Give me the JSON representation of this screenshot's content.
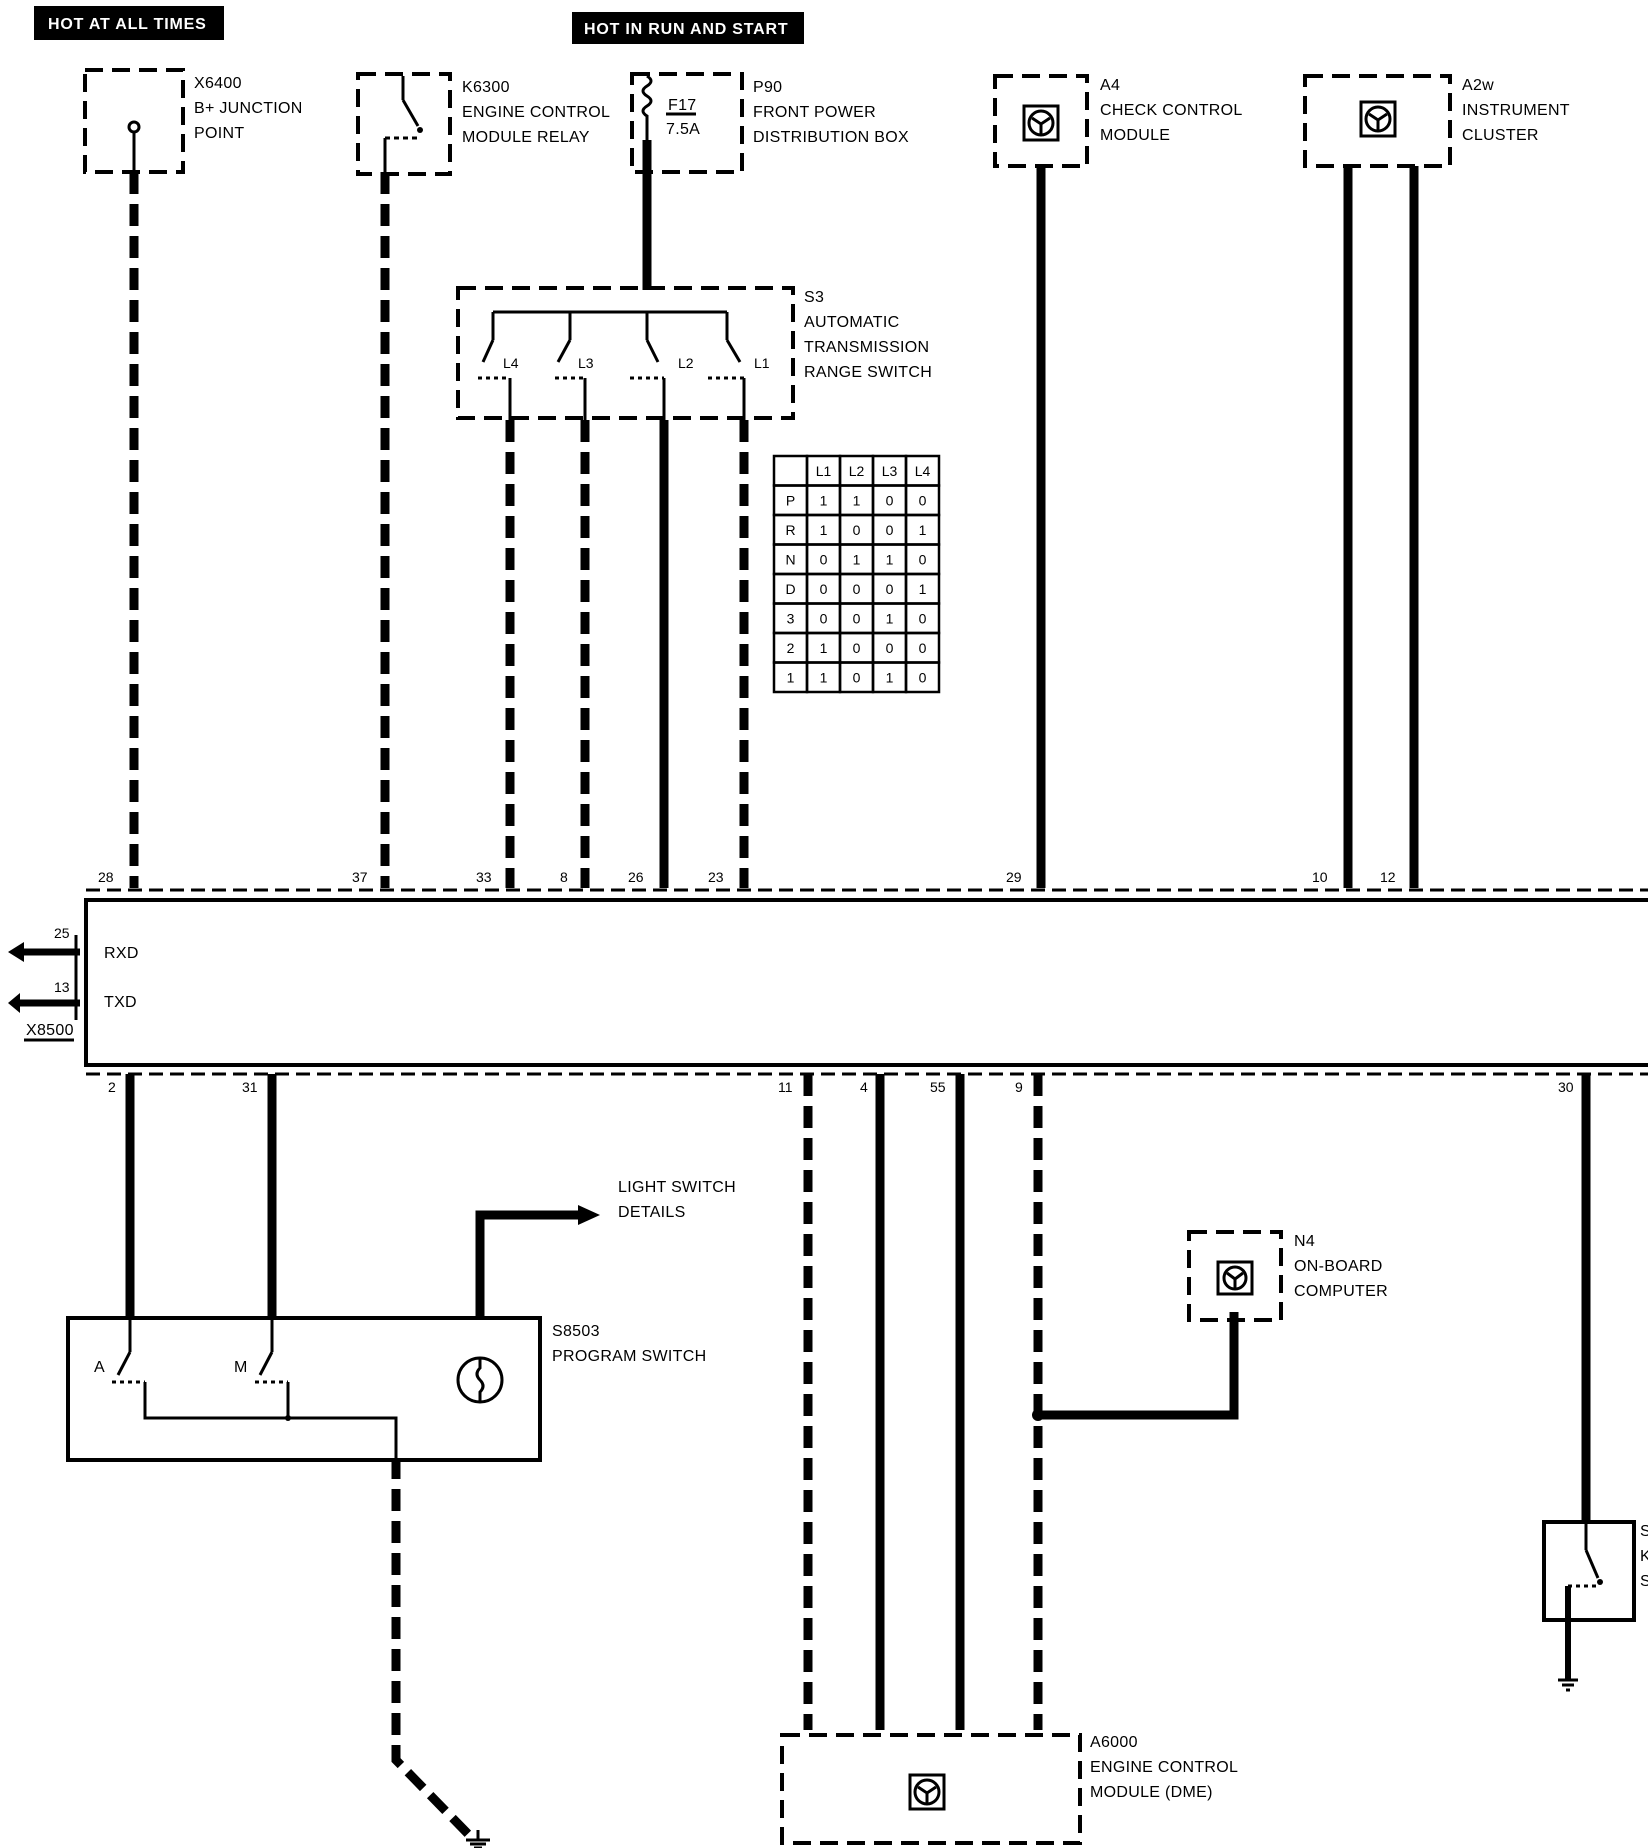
{
  "tags": {
    "hot_at_all_times": "HOT AT ALL TIMES",
    "hot_in_run_and_start": "HOT IN RUN AND START"
  },
  "components": {
    "x6400": {
      "id": "X6400",
      "l1": "B+ JUNCTION",
      "l2": "POINT"
    },
    "k6300": {
      "id": "K6300",
      "l1": "ENGINE CONTROL",
      "l2": "MODULE RELAY"
    },
    "p90": {
      "id": "P90",
      "l1": "FRONT POWER",
      "l2": "DISTRIBUTION BOX",
      "fuse": "F17",
      "fuse_rating": "7.5A"
    },
    "a4": {
      "id": "A4",
      "l1": "CHECK CONTROL",
      "l2": "MODULE"
    },
    "a2w": {
      "id": "A2w",
      "l1": "INSTRUMENT",
      "l2": "CLUSTER"
    },
    "s3": {
      "id": "S3",
      "l1": "AUTOMATIC",
      "l2": "TRANSMISSION",
      "l3": "RANGE SWITCH",
      "contacts": [
        "L4",
        "L3",
        "L2",
        "L1"
      ]
    },
    "s8503": {
      "id": "S8503",
      "l1": "PROGRAM SWITCH",
      "pos_a": "A",
      "pos_m": "M"
    },
    "light_switch": {
      "l1": "LIGHT SWITCH",
      "l2": "DETAILS"
    },
    "n4": {
      "id": "N4",
      "l1": "ON-BOARD",
      "l2": "COMPUTER"
    },
    "a6000": {
      "id": "A6000",
      "l1": "ENGINE CONTROL",
      "l2": "MODULE (DME)"
    },
    "right_switch": {
      "id": "S",
      "l1": "K",
      "l2": "S"
    }
  },
  "module": {
    "connector": "X8500",
    "rxd": "RXD",
    "txd": "TXD",
    "pins_top": [
      "28",
      "37",
      "33",
      "8",
      "26",
      "23",
      "29",
      "10",
      "12"
    ],
    "pins_left": [
      "25",
      "13"
    ],
    "pins_bottom": [
      "2",
      "31",
      "11",
      "4",
      "55",
      "9",
      "30"
    ]
  },
  "range_table": {
    "columns": [
      "",
      "L1",
      "L2",
      "L3",
      "L4"
    ],
    "rows": [
      [
        "P",
        "1",
        "1",
        "0",
        "0"
      ],
      [
        "R",
        "1",
        "0",
        "0",
        "1"
      ],
      [
        "N",
        "0",
        "1",
        "1",
        "0"
      ],
      [
        "D",
        "0",
        "0",
        "0",
        "1"
      ],
      [
        "3",
        "0",
        "0",
        "1",
        "0"
      ],
      [
        "2",
        "1",
        "0",
        "0",
        "0"
      ],
      [
        "1",
        "1",
        "0",
        "1",
        "0"
      ]
    ]
  }
}
